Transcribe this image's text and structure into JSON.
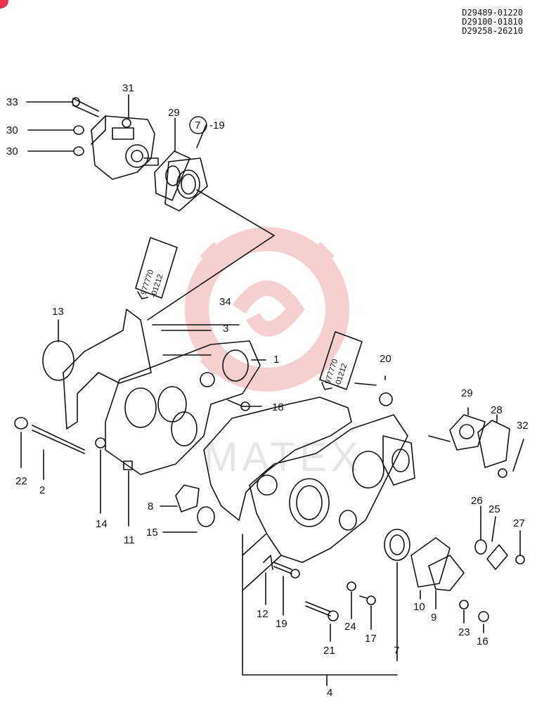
{
  "references": [
    "D29489-01220",
    "D29100-01810",
    "D29258-26210"
  ],
  "sealant": {
    "line1": "977770",
    "line2": "-01212"
  },
  "watermark": {
    "text": "MATEX",
    "color": "#f2b6b6"
  },
  "part_labels": {
    "p33": "33",
    "p31": "31",
    "p30a": "30",
    "p30b": "30",
    "p29a": "29",
    "p7_19_circle": "7",
    "p7_19_suffix": "-19",
    "p13": "13",
    "p34": "34",
    "p3": "3",
    "p1": "1",
    "p18": "18",
    "p22": "22",
    "p2": "2",
    "p14": "14",
    "p11": "11",
    "p8": "8",
    "p15": "15",
    "p20": "20",
    "p29b": "29",
    "p28": "28",
    "p32": "32",
    "p26": "26",
    "p25": "25",
    "p27": "27",
    "p12": "12",
    "p19": "19",
    "p24": "24",
    "p17": "17",
    "p21": "21",
    "p10": "10",
    "p9": "9",
    "p23": "23",
    "p16": "16",
    "p7": "7",
    "p4": "4"
  }
}
